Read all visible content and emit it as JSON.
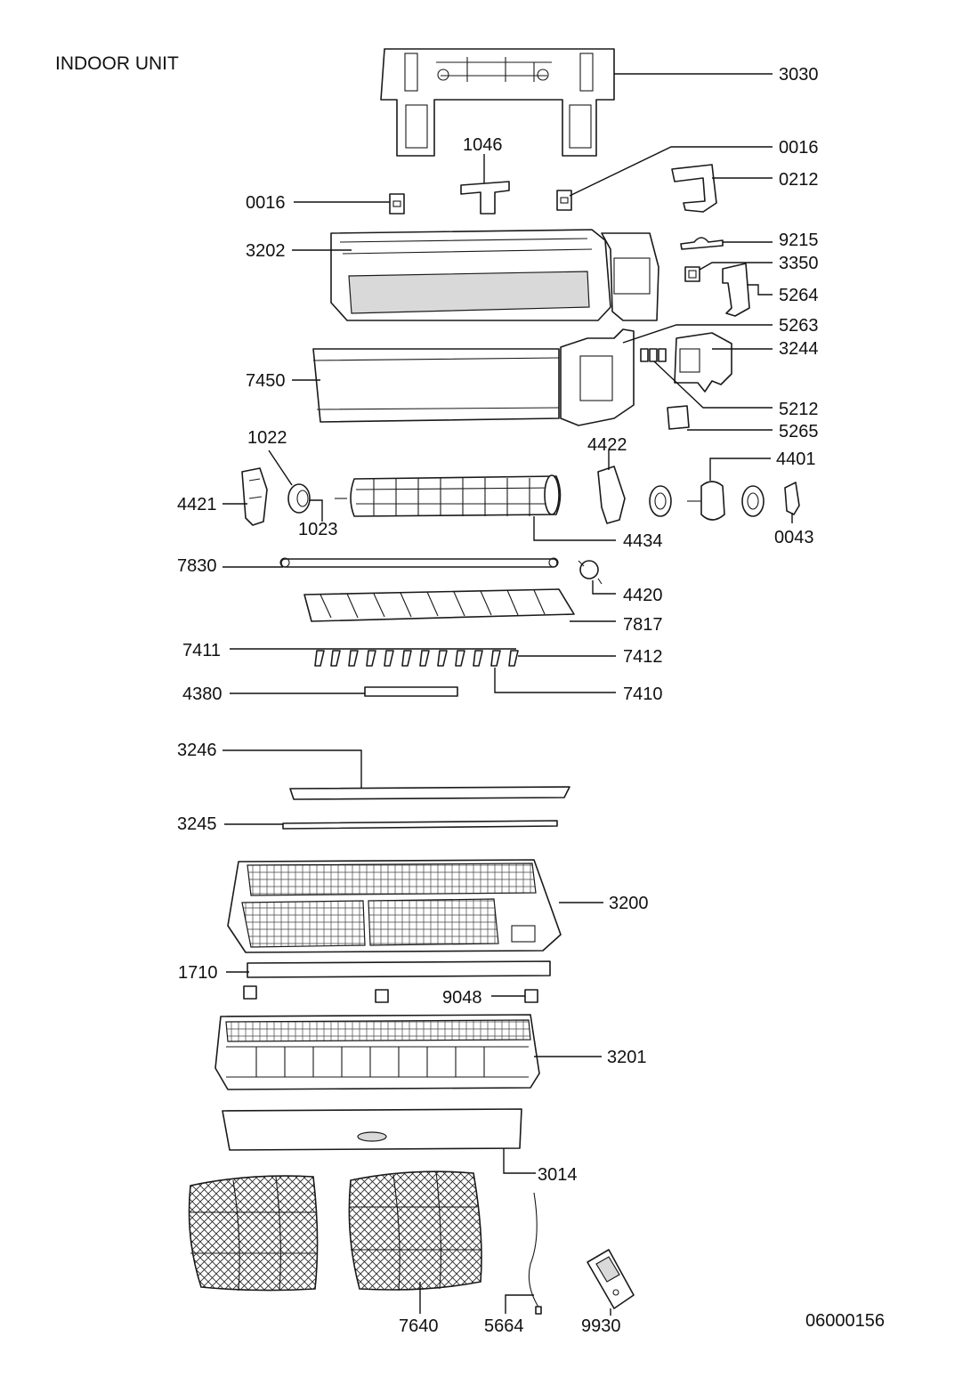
{
  "title": "INDOOR UNIT",
  "drawing_number": "06000156",
  "labels": {
    "l3030": "3030",
    "l1046": "1046",
    "l0016a": "0016",
    "l0016b": "0016",
    "l0212": "0212",
    "l3202": "3202",
    "l9215": "9215",
    "l3350": "3350",
    "l5264": "5264",
    "l5263": "5263",
    "l3244": "3244",
    "l7450": "7450",
    "l5212": "5212",
    "l5265": "5265",
    "l1022": "1022",
    "l4422": "4422",
    "l4401": "4401",
    "l4421": "4421",
    "l1023": "1023",
    "l4434": "4434",
    "l0043": "0043",
    "l7830": "7830",
    "l4420": "4420",
    "l7817": "7817",
    "l7411": "7411",
    "l7412": "7412",
    "l4380": "4380",
    "l7410": "7410",
    "l3246": "3246",
    "l3245": "3245",
    "l3200": "3200",
    "l1710": "1710",
    "l9048": "9048",
    "l3201": "3201",
    "l3014": "3014",
    "l7640": "7640",
    "l5664": "5664",
    "l9930": "9930"
  }
}
